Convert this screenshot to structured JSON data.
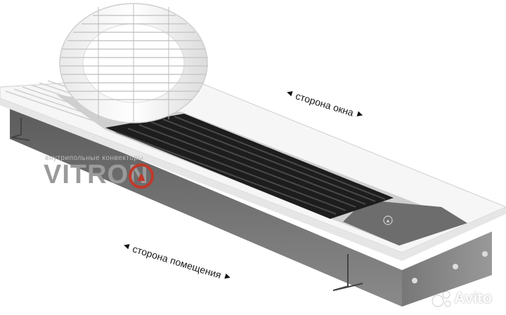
{
  "labels": {
    "window_side": "сторона окна",
    "room_side": "сторона помещения"
  },
  "brand": {
    "tagline": "внутрипольные конвекторы",
    "name": "VITRON",
    "colors": {
      "text": "#9a9a9a",
      "accent": "#c0392b"
    }
  },
  "watermark": {
    "text": "Avito"
  },
  "icons": [
    "triangle-left-icon",
    "triangle-right-icon",
    "flame-logo-icon",
    "avito-dots-icon"
  ],
  "colors": {
    "frame": "#f4f4f4",
    "body": "#6e6e6e",
    "grille": "#1f1f1f",
    "roll": "#ffffff"
  }
}
